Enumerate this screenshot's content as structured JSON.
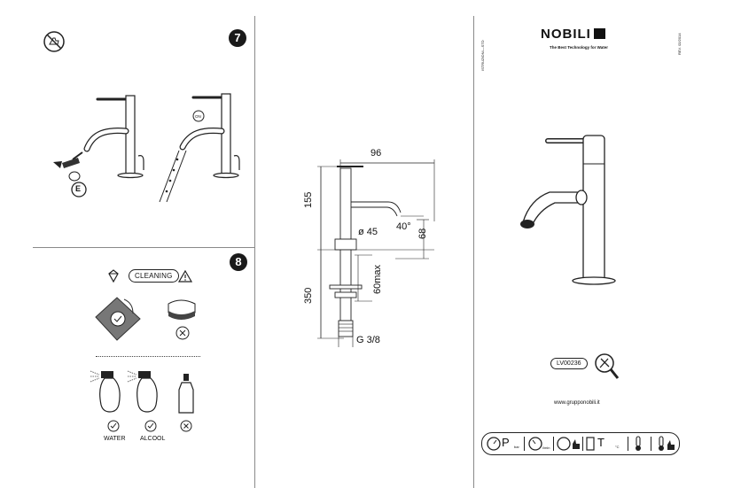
{
  "page": {
    "panel_left": {
      "step7": {
        "badge": "7",
        "on_label": "ON",
        "part_label": "E"
      },
      "step8": {
        "badge": "8",
        "cleaning_label": "CLEANING",
        "water_label": "WATER",
        "alcool_label": "ALCOOL"
      }
    },
    "panel_middle": {
      "dim_top": "96",
      "dim_left_upper": "155",
      "dim_left_lower": "350",
      "dim_diameter": "ø 45",
      "dim_angle": "40°",
      "dim_right": "68",
      "dim_max": "60max",
      "dim_thread": "G 3/8"
    },
    "panel_right": {
      "brand": "NOBILI",
      "tagline": "The Best Technology for Water",
      "side_left_code": "ISTRUZIONI—STD",
      "side_right_code": "REV. 02/2014",
      "product_code": "LV00236",
      "url": "www.grupponobili.it",
      "iconbar": {
        "pressure_label": "P",
        "pressure_unit": "bar",
        "flow_unit": "l/min",
        "temp_label": "T",
        "temp_unit": "°C"
      }
    },
    "colors": {
      "ink": "#1a1a1a",
      "line": "#8a8a8a",
      "background": "#ffffff"
    }
  }
}
